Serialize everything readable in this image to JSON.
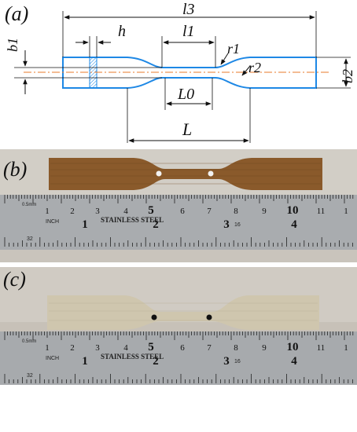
{
  "panels": {
    "a": "(a)",
    "b": "(b)",
    "c": "(c)"
  },
  "dimensions": {
    "l3": "l3",
    "l1": "l1",
    "h": "h",
    "b1": "b1",
    "b2": "b2",
    "r1": "r1",
    "r2": "r2",
    "L0": "L0",
    "L": "L"
  },
  "ruler": {
    "top_numbers": [
      "1",
      "2",
      "3",
      "4",
      "5",
      "6",
      "7",
      "8",
      "9",
      "10",
      "11",
      "1"
    ],
    "bottom_numbers": [
      "1",
      "2",
      "3",
      "4"
    ],
    "left_mark": "0.5mm",
    "brand": "STAINLESS STEEL",
    "inch": "INCH",
    "scale_32": "32",
    "scale_16": "16"
  },
  "colors": {
    "outline": "#1e88e5",
    "centerline": "#e8782a",
    "dim_line": "#111111",
    "specimen_b": "#8a5a2b",
    "specimen_c": "#cfc6ae",
    "backdrop": "#c9c4bc",
    "ruler": "#a9acaf"
  }
}
